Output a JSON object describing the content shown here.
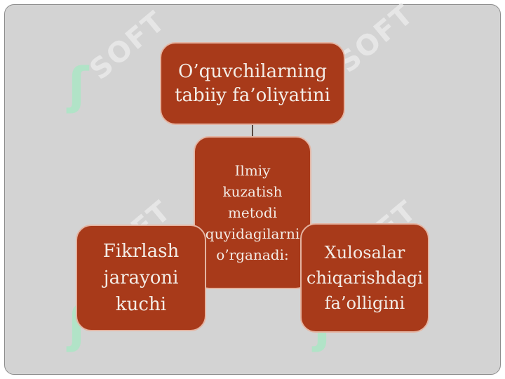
{
  "diagram": {
    "top_box": "O’quvchilarning\ntabiiy fa’oliyatini",
    "center_box": "Ilmiy\nkuzatish\nmetodi\nquyidagilarni\no’rganadi:",
    "left_box": "Fikrlash\njarayoni\nkuchi",
    "right_box": "Xulosalar\nchiqarishdagi\nfa’olligini"
  },
  "watermark": {
    "text": "SOFT",
    "icon": "soft-logo-icon"
  },
  "colors": {
    "box_fill": "#a83a1a",
    "box_border": "#e4b4a2",
    "slide_background": "#d3d3d3",
    "watermark": "#96f0be"
  }
}
